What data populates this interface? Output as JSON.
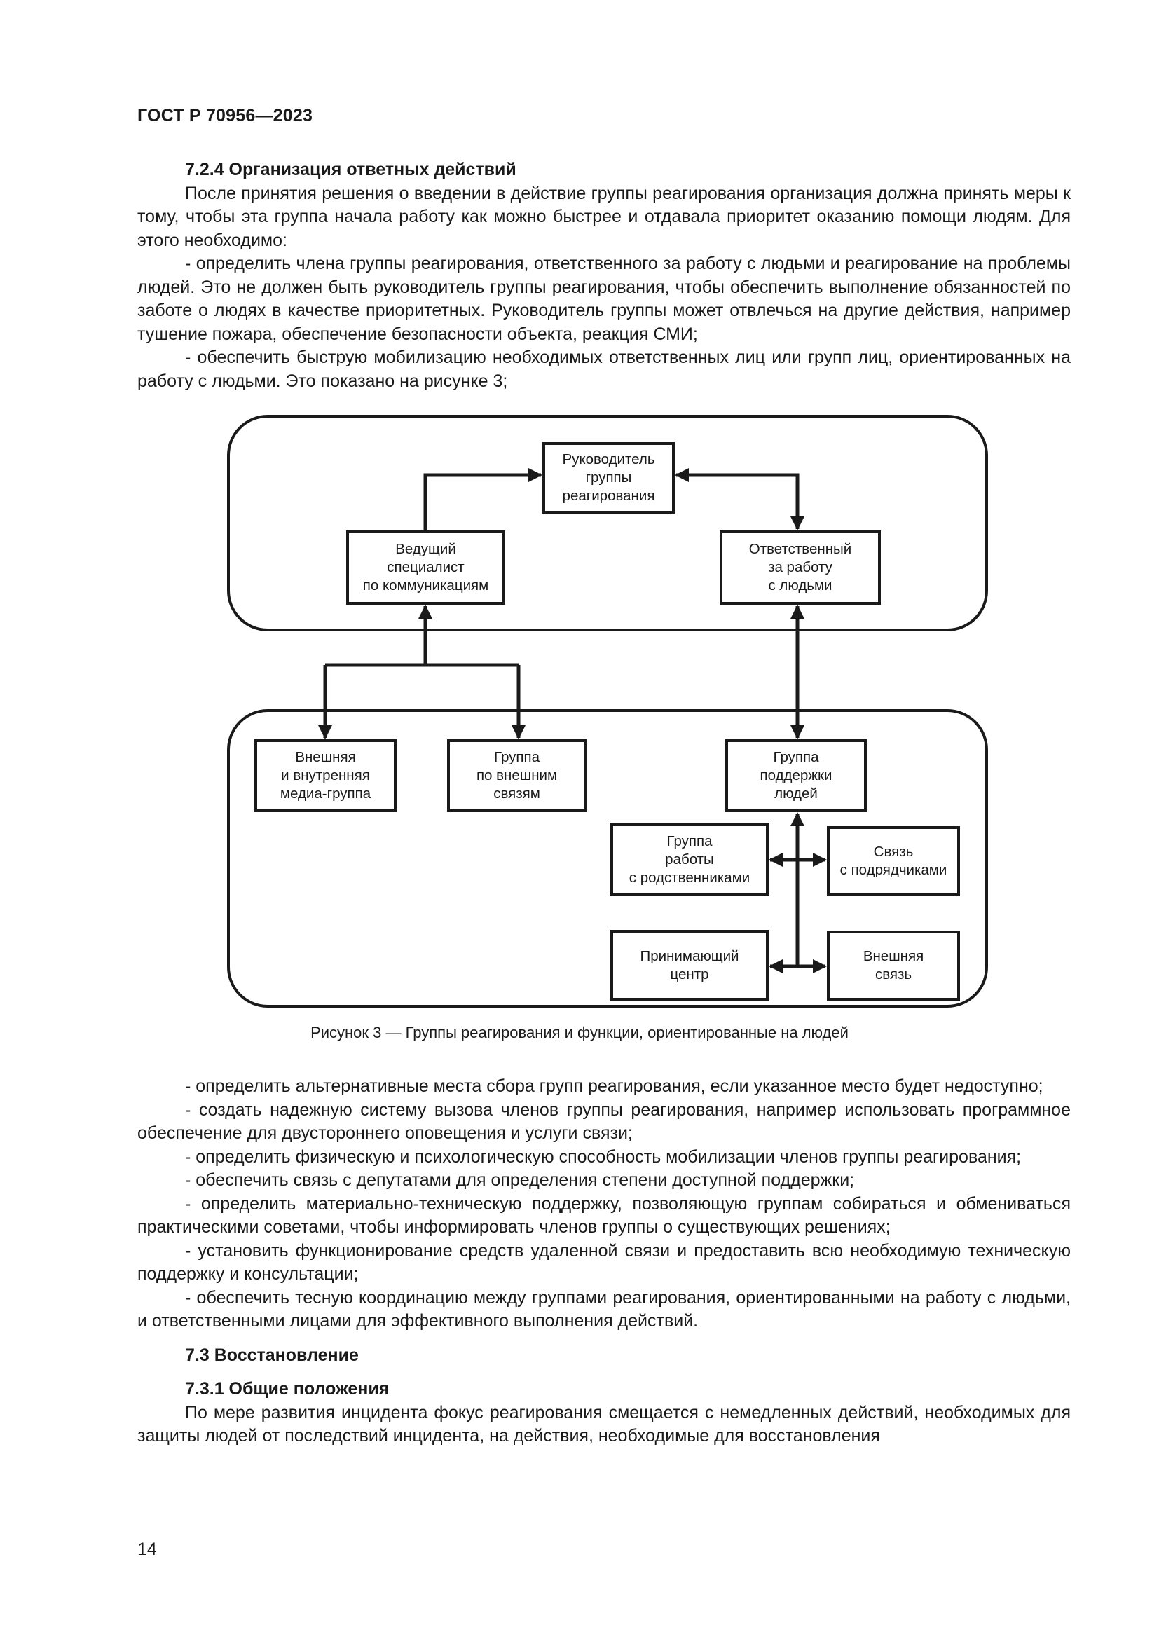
{
  "header": {
    "doc_id": "ГОСТ Р 70956—2023"
  },
  "section_1": {
    "heading": "7.2.4 Организация ответных действий",
    "paragraphs": [
      "После принятия решения о введении в действие группы реагирования организация должна принять меры к тому, чтобы эта группа начала работу как можно быстрее и отдавала приоритет оказанию помощи людям. Для этого необходимо:",
      "- определить члена группы реагирования, ответственного за работу с людьми и реагирование на проблемы людей. Это не должен быть руководитель группы реагирования, чтобы обеспечить выполнение обязанностей по заботе о людях в качестве приоритетных. Руководитель группы может отвлечься на другие действия, например тушение пожара, обеспечение безопасности объекта, реакция СМИ;",
      "- обеспечить быструю мобилизацию необходимых ответственных лиц или групп лиц, ориентированных на работу с людьми. Это показано на рисунке 3;"
    ]
  },
  "figure": {
    "nodes": {
      "leader": "Руководитель\nгруппы\nреагирования",
      "comms_lead": "Ведущий\nспециалист\nпо коммуникациям",
      "people_resp": "Ответственный\nза работу\nс людьми",
      "media_group": "Внешняя\nи внутренняя\nмедиа-группа",
      "external_group": "Группа\nпо внешним\nсвязям",
      "support_group": "Группа\nподдержки\nлюдей",
      "relatives_group": "Группа\nработы\nс родственниками",
      "contractors": "Связь\nс подрядчиками",
      "receiving_center": "Принимающий\nцентр",
      "external_comm": "Внешняя\nсвязь"
    },
    "caption": "Рисунок 3 — Группы реагирования и функции, ориентированные на людей"
  },
  "section_2": {
    "paragraphs": [
      "- определить альтернативные места сбора групп реагирования, если указанное место будет недоступно;",
      "- создать надежную систему вызова членов группы реагирования, например использовать программное обеспечение для двустороннего оповещения и услуги связи;",
      "- определить физическую и психологическую способность мобилизации членов группы реагирования;",
      "- обеспечить связь с депутатами для определения степени доступной поддержки;",
      "- определить материально-техническую поддержку, позволяющую группам собираться и обмениваться практическими советами, чтобы информировать членов группы о существующих решениях;",
      "- установить функционирование средств удаленной связи и предоставить всю необходимую техническую поддержку и консультации;",
      "- обеспечить тесную координацию между группами реагирования, ориентированными на работу с людьми, и ответственными лицами для эффективного выполнения действий."
    ]
  },
  "section_3": {
    "heading": "7.3 Восстановление",
    "subheading": "7.3.1 Общие положения",
    "paragraph": "По мере развития инцидента фокус реагирования смещается с немедленных действий, необходимых для защиты людей от последствий инцидента, на действия, необходимые для восстановления"
  },
  "footer": {
    "page_number": "14"
  }
}
